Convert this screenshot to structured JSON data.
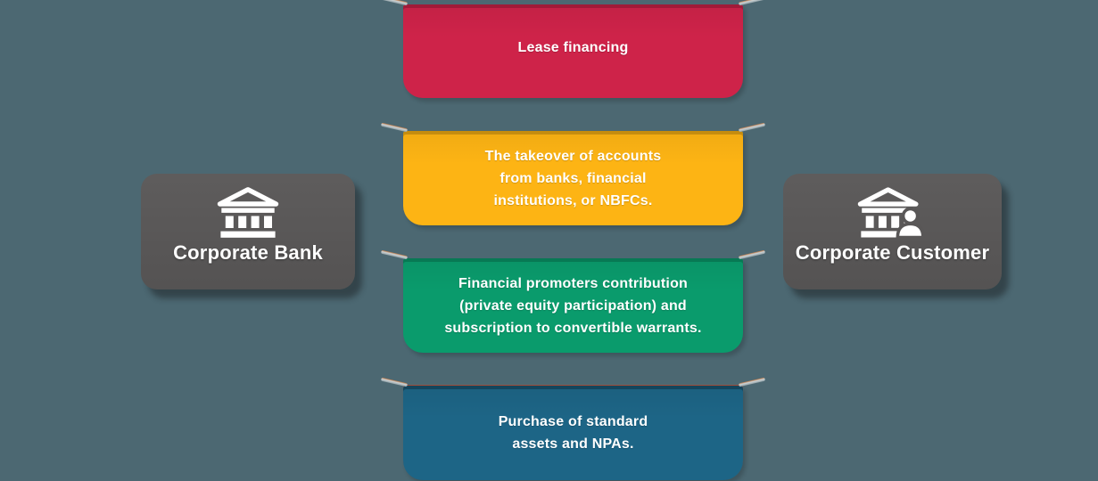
{
  "canvas": {
    "background_color": "#4C6872",
    "text_color": "#FFFFFF"
  },
  "nodes": {
    "left": {
      "label": "Corporate Bank",
      "color": "#595757",
      "icon": "bank-icon"
    },
    "right": {
      "label": "Corporate Customer",
      "color": "#595757",
      "icon": "bank-customer-icon"
    }
  },
  "items": [
    {
      "label": "Lease financing",
      "color": "#CE2349"
    },
    {
      "label": "The takeover of accounts\nfrom banks, financial\ninstitutions, or NBFCs.",
      "color": "#FDB414"
    },
    {
      "label": "Financial promoters contribution\n(private equity participation) and\nsubscription to convertible warrants.",
      "color": "#0A9B6C"
    },
    {
      "label": "Purchase of standard\nassets and NPAs.",
      "color": "#1D6586"
    }
  ]
}
